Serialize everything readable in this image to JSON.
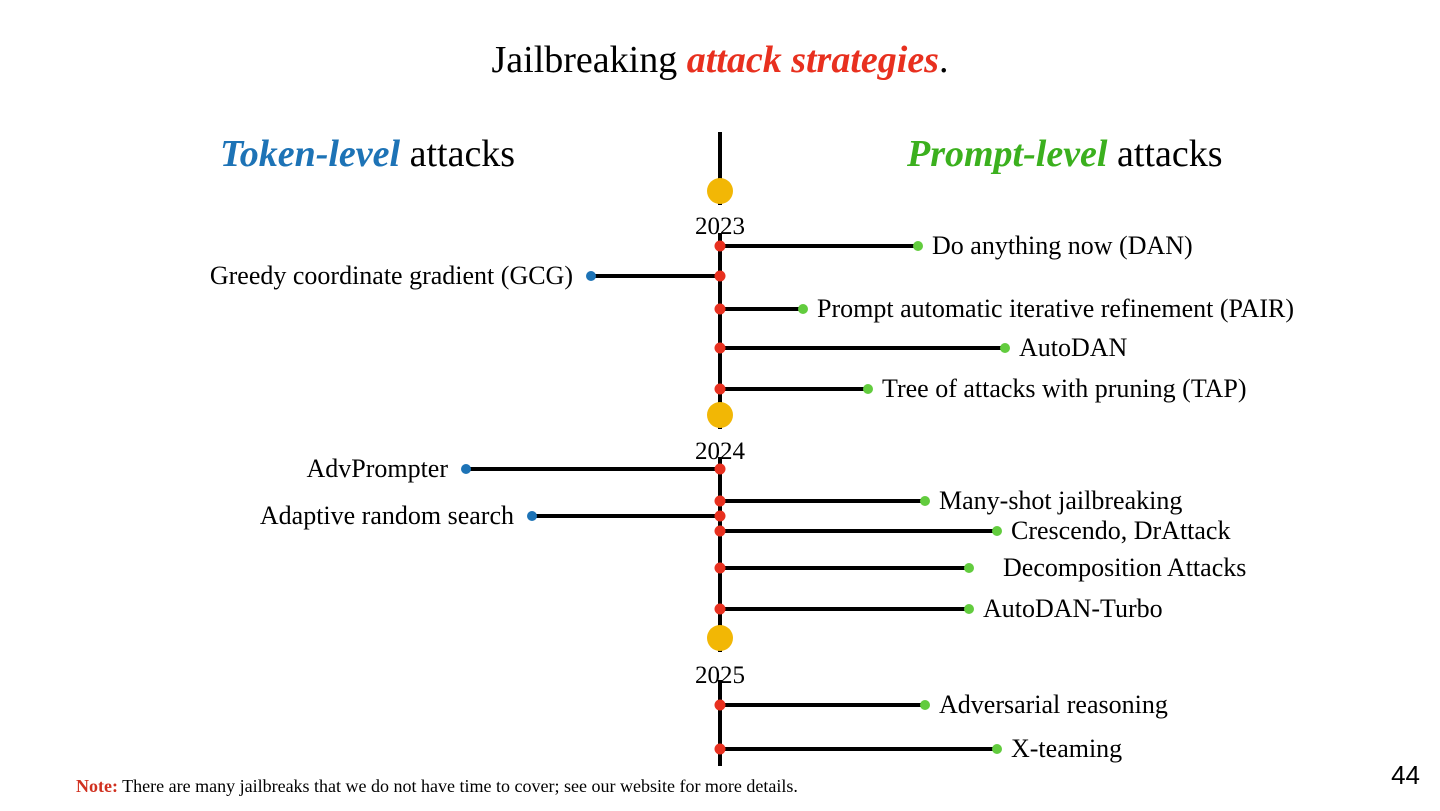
{
  "title": {
    "prefix": "Jailbreaking ",
    "accent": "attack strategies",
    "suffix": "."
  },
  "columns": {
    "left": {
      "accent": "Token-level",
      "rest": " attacks"
    },
    "right": {
      "accent": "Prompt-level",
      "rest": " attacks"
    }
  },
  "colors": {
    "spine": "#000000",
    "year_dot": "#f2b705",
    "junction_dot": "#e8301f",
    "token_dot": "#1d73b6",
    "prompt_dot": "#62cc3e",
    "title_accent": "#e8301f",
    "token_accent": "#1d73b6",
    "prompt_accent": "#3bb01e",
    "note_key": "#d0301f"
  },
  "years": [
    "2023",
    "2024",
    "2025"
  ],
  "items": [
    {
      "year": "2023",
      "side": "right",
      "label": "Do anything now (DAN)"
    },
    {
      "year": "2023",
      "side": "left",
      "label": "Greedy coordinate gradient (GCG)"
    },
    {
      "year": "2023",
      "side": "right",
      "label": "Prompt automatic iterative refinement (PAIR)"
    },
    {
      "year": "2023",
      "side": "right",
      "label": "AutoDAN"
    },
    {
      "year": "2023",
      "side": "right",
      "label": "Tree of attacks with pruning (TAP)"
    },
    {
      "year": "2024",
      "side": "left",
      "label": "AdvPrompter"
    },
    {
      "year": "2024",
      "side": "right",
      "label": "Many-shot jailbreaking"
    },
    {
      "year": "2024",
      "side": "left",
      "label": "Adaptive random search"
    },
    {
      "year": "2024",
      "side": "right",
      "label": "Crescendo, DrAttack"
    },
    {
      "year": "2024",
      "side": "right",
      "label": "Decomposition Attacks"
    },
    {
      "year": "2024",
      "side": "right",
      "label": "AutoDAN-Turbo"
    },
    {
      "year": "2025",
      "side": "right",
      "label": "Adversarial reasoning"
    },
    {
      "year": "2025",
      "side": "right",
      "label": "X-teaming"
    }
  ],
  "note": {
    "key": "Note:",
    "text": " There are many jailbreaks that we do not have time to cover; see our website for more details."
  },
  "page_number": "44"
}
